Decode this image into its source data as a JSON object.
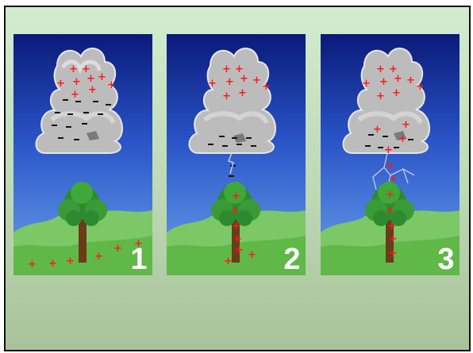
{
  "slide": {
    "background_top": "#d3ecd0",
    "background_bottom": "#a9c29a"
  },
  "panels": [
    {
      "number": "1",
      "cloud_plus": 9,
      "cloud_minus": 13
    },
    {
      "number": "2",
      "cloud_plus": 9,
      "cloud_minus": 9
    },
    {
      "number": "3",
      "cloud_plus": 12,
      "cloud_minus": 6
    }
  ],
  "colors": {
    "sky_top": "#0a1a7a",
    "sky_bottom": "#4f8ae0",
    "cloud": "#bcbcbc",
    "charge_plus": "#ff1a1a",
    "charge_minus": "#111111",
    "grass": "#5fb848",
    "trunk": "#6b3b1a",
    "foliage": "#2e8a2e",
    "lightning": "#c8c8e8",
    "number": "#ffffff"
  },
  "icons": [
    "thundercloud-icon",
    "tree-icon",
    "lightning-bolt-icon"
  ]
}
